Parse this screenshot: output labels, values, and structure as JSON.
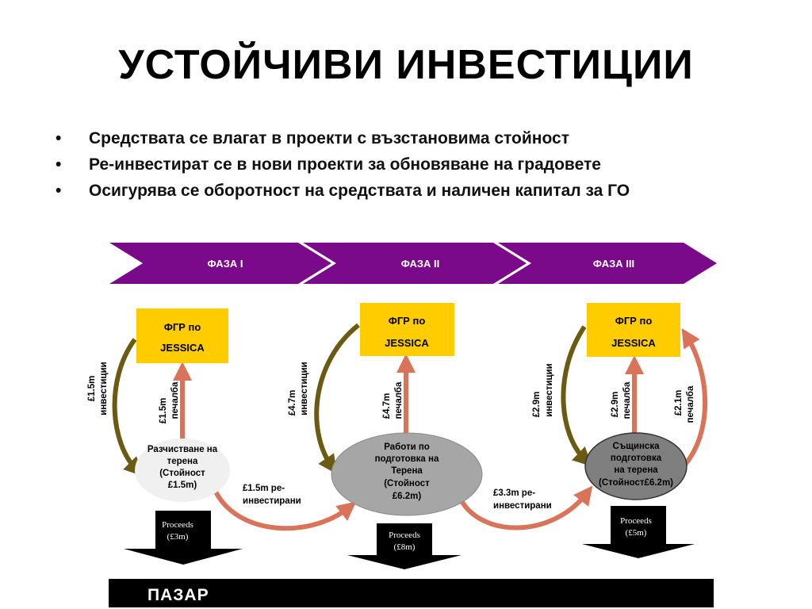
{
  "title": "УСТОЙЧИВИ ИНВЕСТИЦИИ",
  "bullet_symbol": "•",
  "bullets": [
    "Средствата се влагат в проекти с възстановима стойност",
    "Ре-инвестират се в нови проекти за обновяване на градовете",
    "Осигурява се оборотност на средствата и наличен капитал за ГО"
  ],
  "colors": {
    "phase": "#7a0a8a",
    "fund_box": "#ffcc00",
    "investment_arrow": "#6b5a12",
    "profit_arrow": "#d9735a",
    "market": "#000000"
  },
  "diagram": {
    "phases": [
      "ФАЗА I",
      "ФАЗА II",
      "ФАЗА III"
    ],
    "fund_boxes": [
      {
        "line1": "ФГР по",
        "line2": "JESSICA"
      },
      {
        "line1": "ФГР по",
        "line2": "JESSICA"
      },
      {
        "line1": "ФГР по",
        "line2": "JESSICA"
      }
    ],
    "investments": [
      {
        "amount": "£1.5m",
        "label": "инвестиции"
      },
      {
        "amount": "£4.7m",
        "label": "инвестиции"
      },
      {
        "amount": "£2.9m",
        "label": "инвестиции"
      }
    ],
    "profits": [
      {
        "amount": "£1.5m",
        "label": "печалба"
      },
      {
        "amount": "£4.7m",
        "label": "печалба"
      },
      {
        "amount": "£2.9m",
        "label": "печалба"
      },
      {
        "amount": "£2.1m",
        "label": "печалба"
      }
    ],
    "projects": [
      {
        "lines": [
          "Разчистване на",
          "терена",
          "(Стойност",
          "£1.5m)"
        ]
      },
      {
        "lines": [
          "Работи по",
          "подготовка на",
          "Терена",
          "(Стойност",
          "£6.2m)"
        ]
      },
      {
        "lines": [
          "Същинска",
          "подготовка",
          "на терена",
          "(Стойност£6.2m)"
        ]
      }
    ],
    "reinvestments": [
      {
        "line1": "£1.5m ре-",
        "line2": "инвестирани"
      },
      {
        "line1": "£3.3m ре-",
        "line2": "инвестирани"
      }
    ],
    "proceeds": [
      {
        "line1": "Proceeds",
        "line2": "(£3m)"
      },
      {
        "line1": "Proceeds",
        "line2": "(£8m)"
      },
      {
        "line1": "Proceeds",
        "line2": "(£5m)"
      }
    ],
    "market": "ПАЗАР"
  }
}
